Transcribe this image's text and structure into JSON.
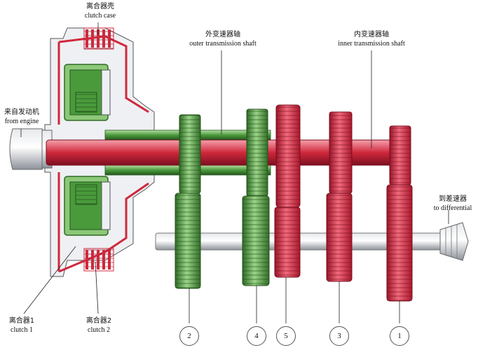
{
  "labels": {
    "clutch_case": {
      "cn": "离合器壳",
      "en": "clutch case"
    },
    "outer_shaft": {
      "cn": "外变速器轴",
      "en": "outer transmission shaft"
    },
    "inner_shaft": {
      "cn": "内变速器轴",
      "en": "inner transmission shaft"
    },
    "from_engine": {
      "cn": "来自发动机",
      "en": "from engine"
    },
    "to_differential": {
      "cn": "到差速器",
      "en": "to differential"
    },
    "clutch1": {
      "cn": "离合器1",
      "en": "clutch 1"
    },
    "clutch2": {
      "cn": "离合器2",
      "en": "clutch 2"
    }
  },
  "gears": [
    "2",
    "4",
    "5",
    "3",
    "1"
  ],
  "colors": {
    "green": "#4a9a3c",
    "green_light": "#8cc878",
    "red": "#d0283c",
    "red_light": "#f08a98",
    "shaft_grey": "#b8bcc4"
  }
}
